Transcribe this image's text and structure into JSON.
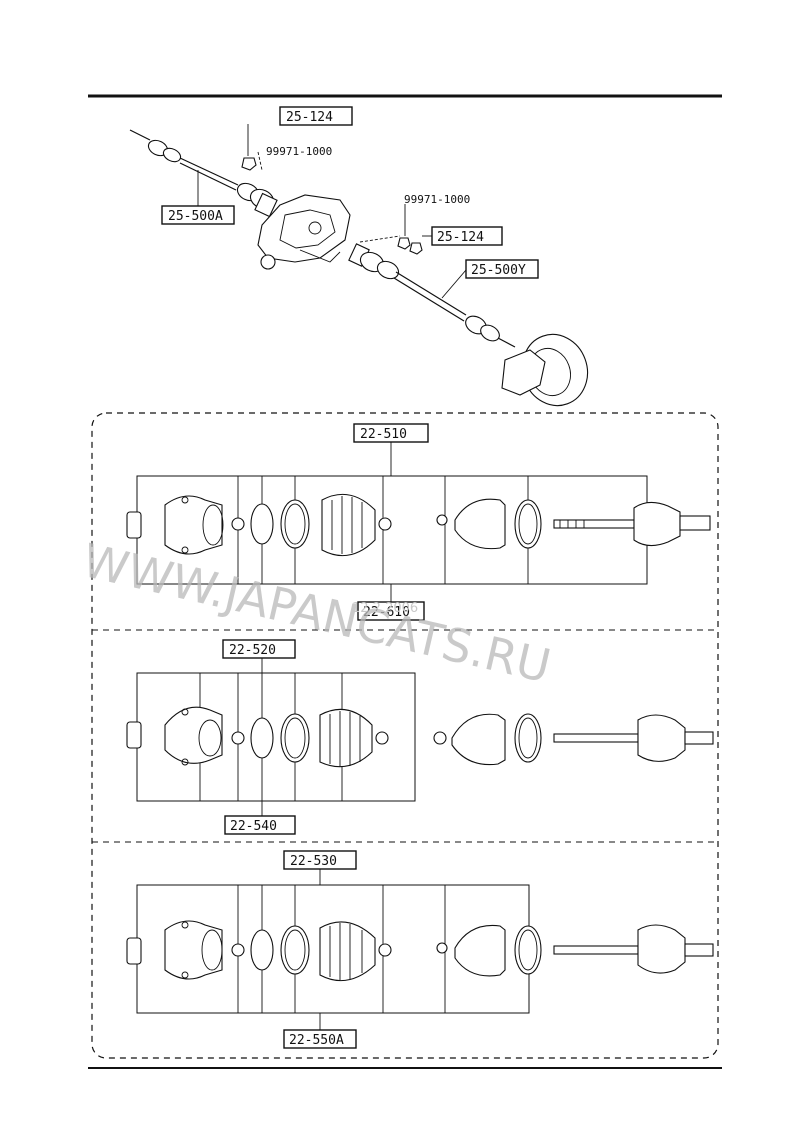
{
  "top_assembly": {
    "labels": {
      "nut_left_ref": "25-124",
      "nut_left_part": "99971-1000",
      "shaft_left_ref": "25-500A",
      "nut_right_part": "99971-1000",
      "nut_right_ref": "25-124",
      "shaft_right_ref": "25-500Y"
    }
  },
  "groups": [
    {
      "top_label": "22-510",
      "bottom_label": "22-610"
    },
    {
      "top_label": "22-520",
      "bottom_label": "22-540"
    },
    {
      "top_label": "22-530",
      "bottom_label": "22-550A"
    }
  ],
  "watermark": {
    "text": "WWW.JAPANCATS.RU",
    "small": "12 2 2006"
  }
}
